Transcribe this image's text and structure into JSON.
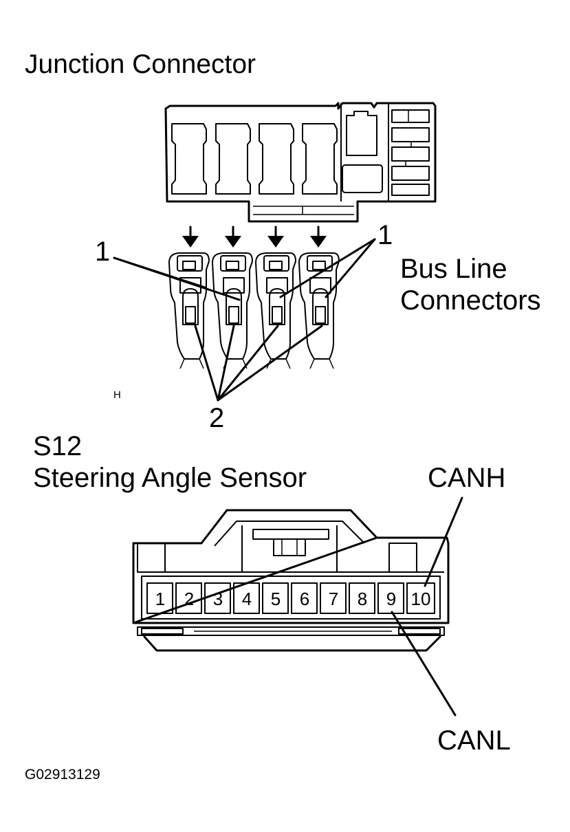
{
  "junction": {
    "title": "Junction Connector",
    "bus_label_line1": "Bus Line",
    "bus_label_line2": "Connectors",
    "callout_1_left": "1",
    "callout_1_right": "1",
    "callout_2": "2",
    "small_mark": "H"
  },
  "sensor": {
    "code": "S12",
    "name": "Steering Angle Sensor",
    "canh_label": "CANH",
    "canl_label": "CANL",
    "pins": [
      "1",
      "2",
      "3",
      "4",
      "5",
      "6",
      "7",
      "8",
      "9",
      "10"
    ]
  },
  "figure_id": "G02913129"
}
